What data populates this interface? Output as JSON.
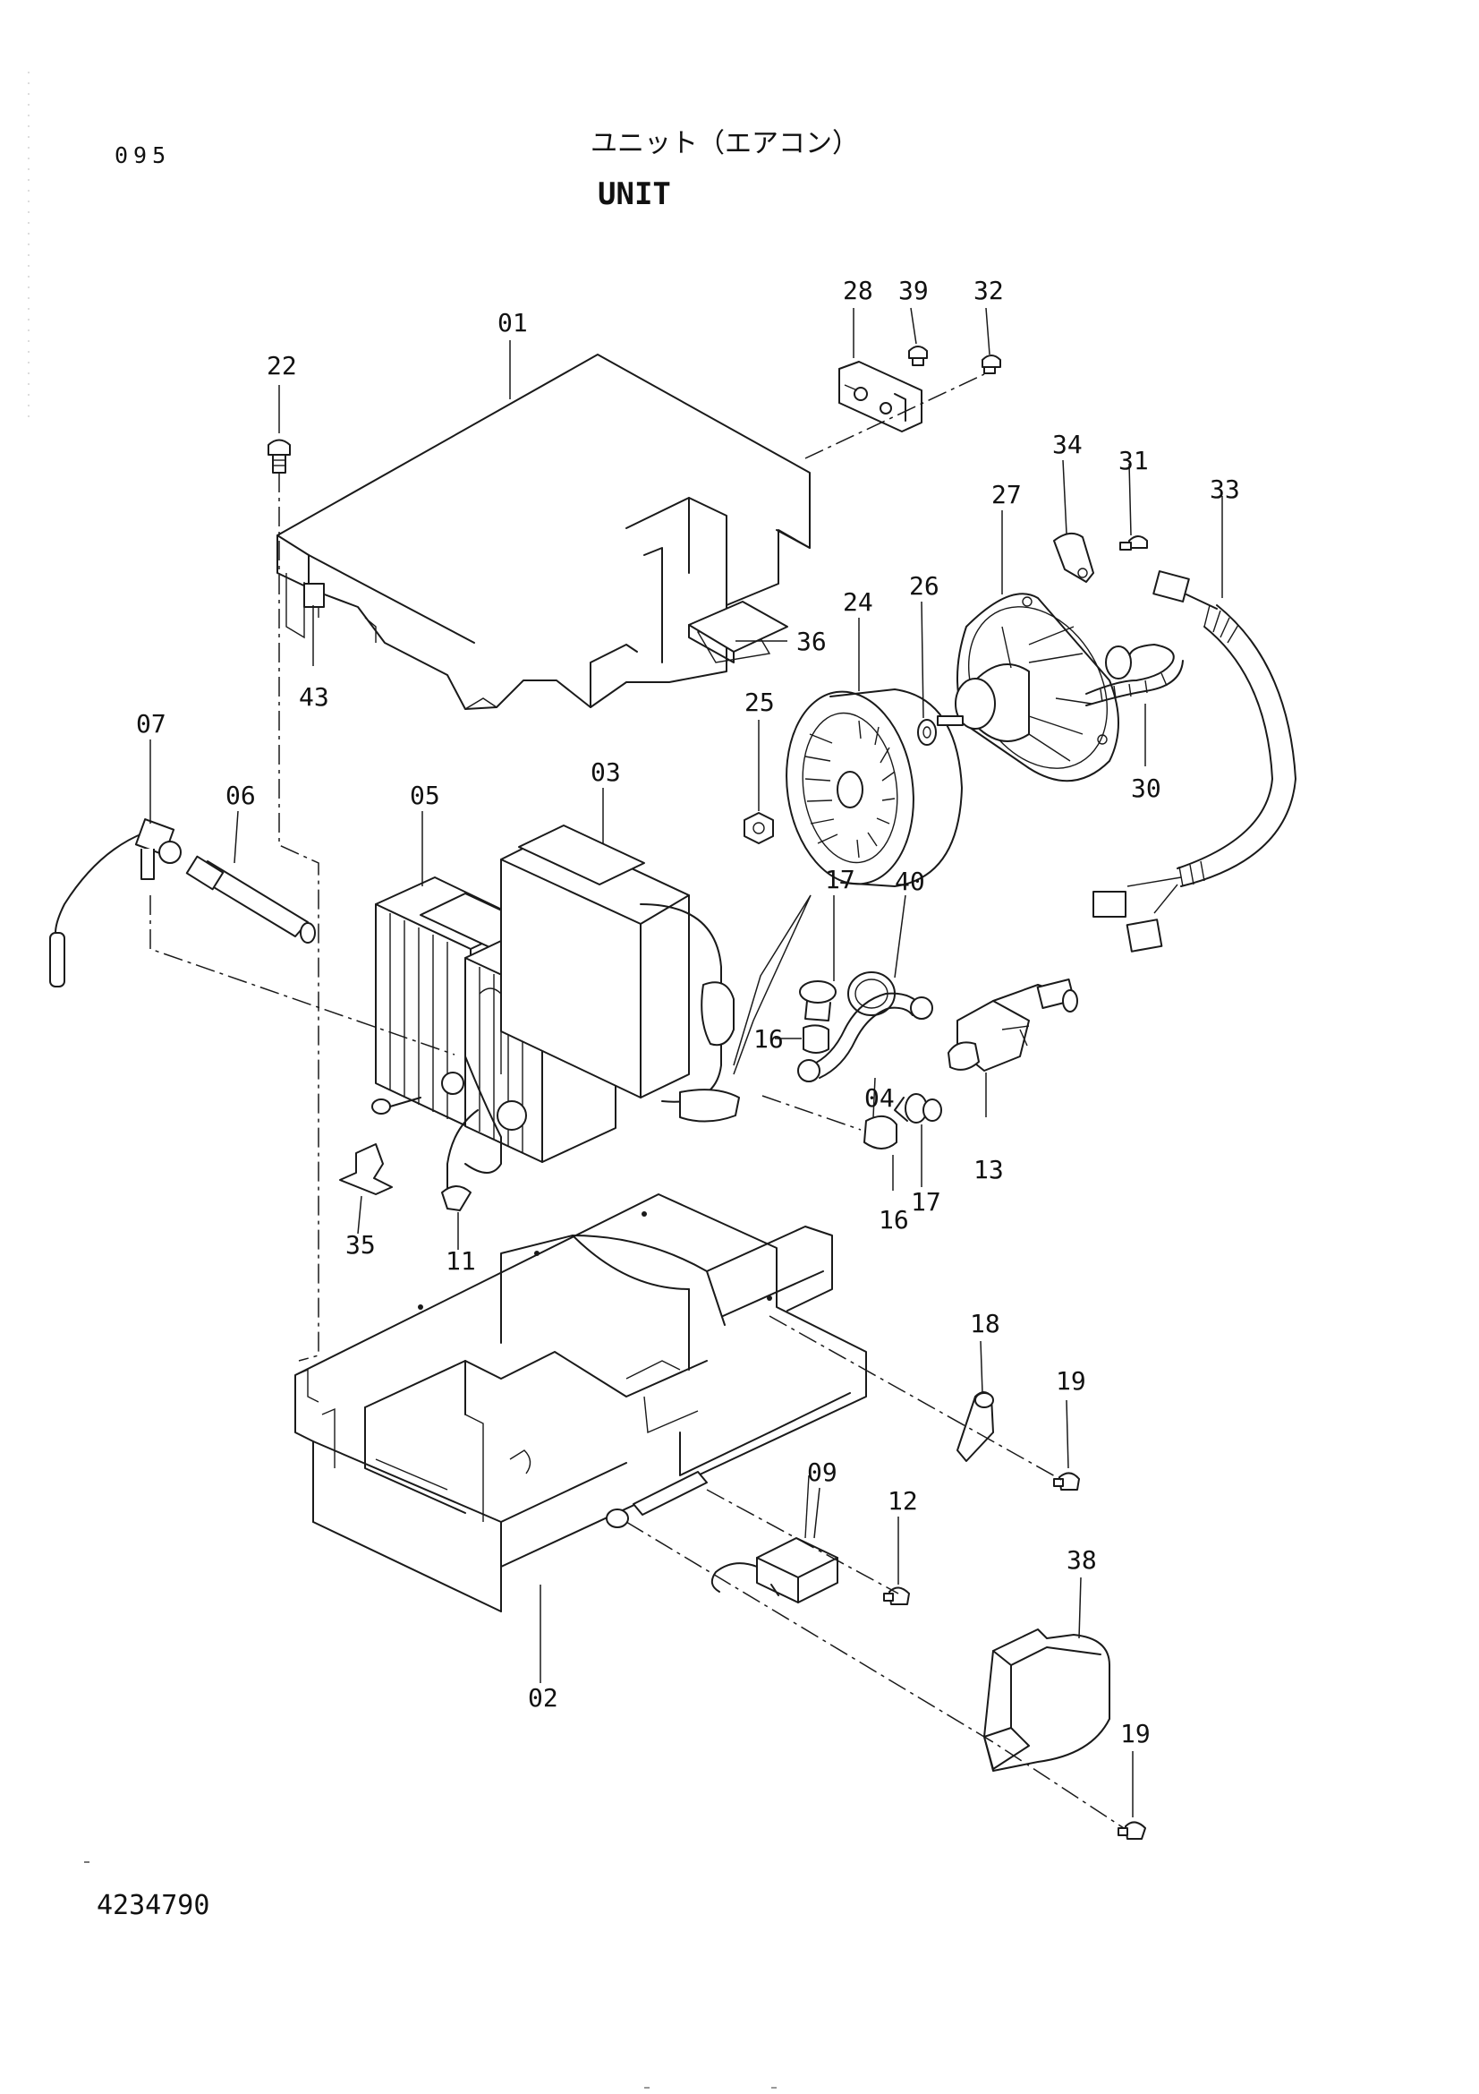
{
  "header": {
    "page_code": "095",
    "title_jp": "ユニット（エアコン）",
    "title_en": "UNIT"
  },
  "footer": {
    "document_number": "4234790"
  },
  "callouts": [
    "01",
    "02",
    "03",
    "04",
    "05",
    "06",
    "07",
    "09",
    "11",
    "12",
    "13",
    "16",
    "16",
    "17",
    "17",
    "18",
    "19",
    "19",
    "22",
    "24",
    "25",
    "26",
    "27",
    "28",
    "30",
    "31",
    "32",
    "33",
    "34",
    "35",
    "36",
    "38",
    "39",
    "40",
    "43"
  ]
}
